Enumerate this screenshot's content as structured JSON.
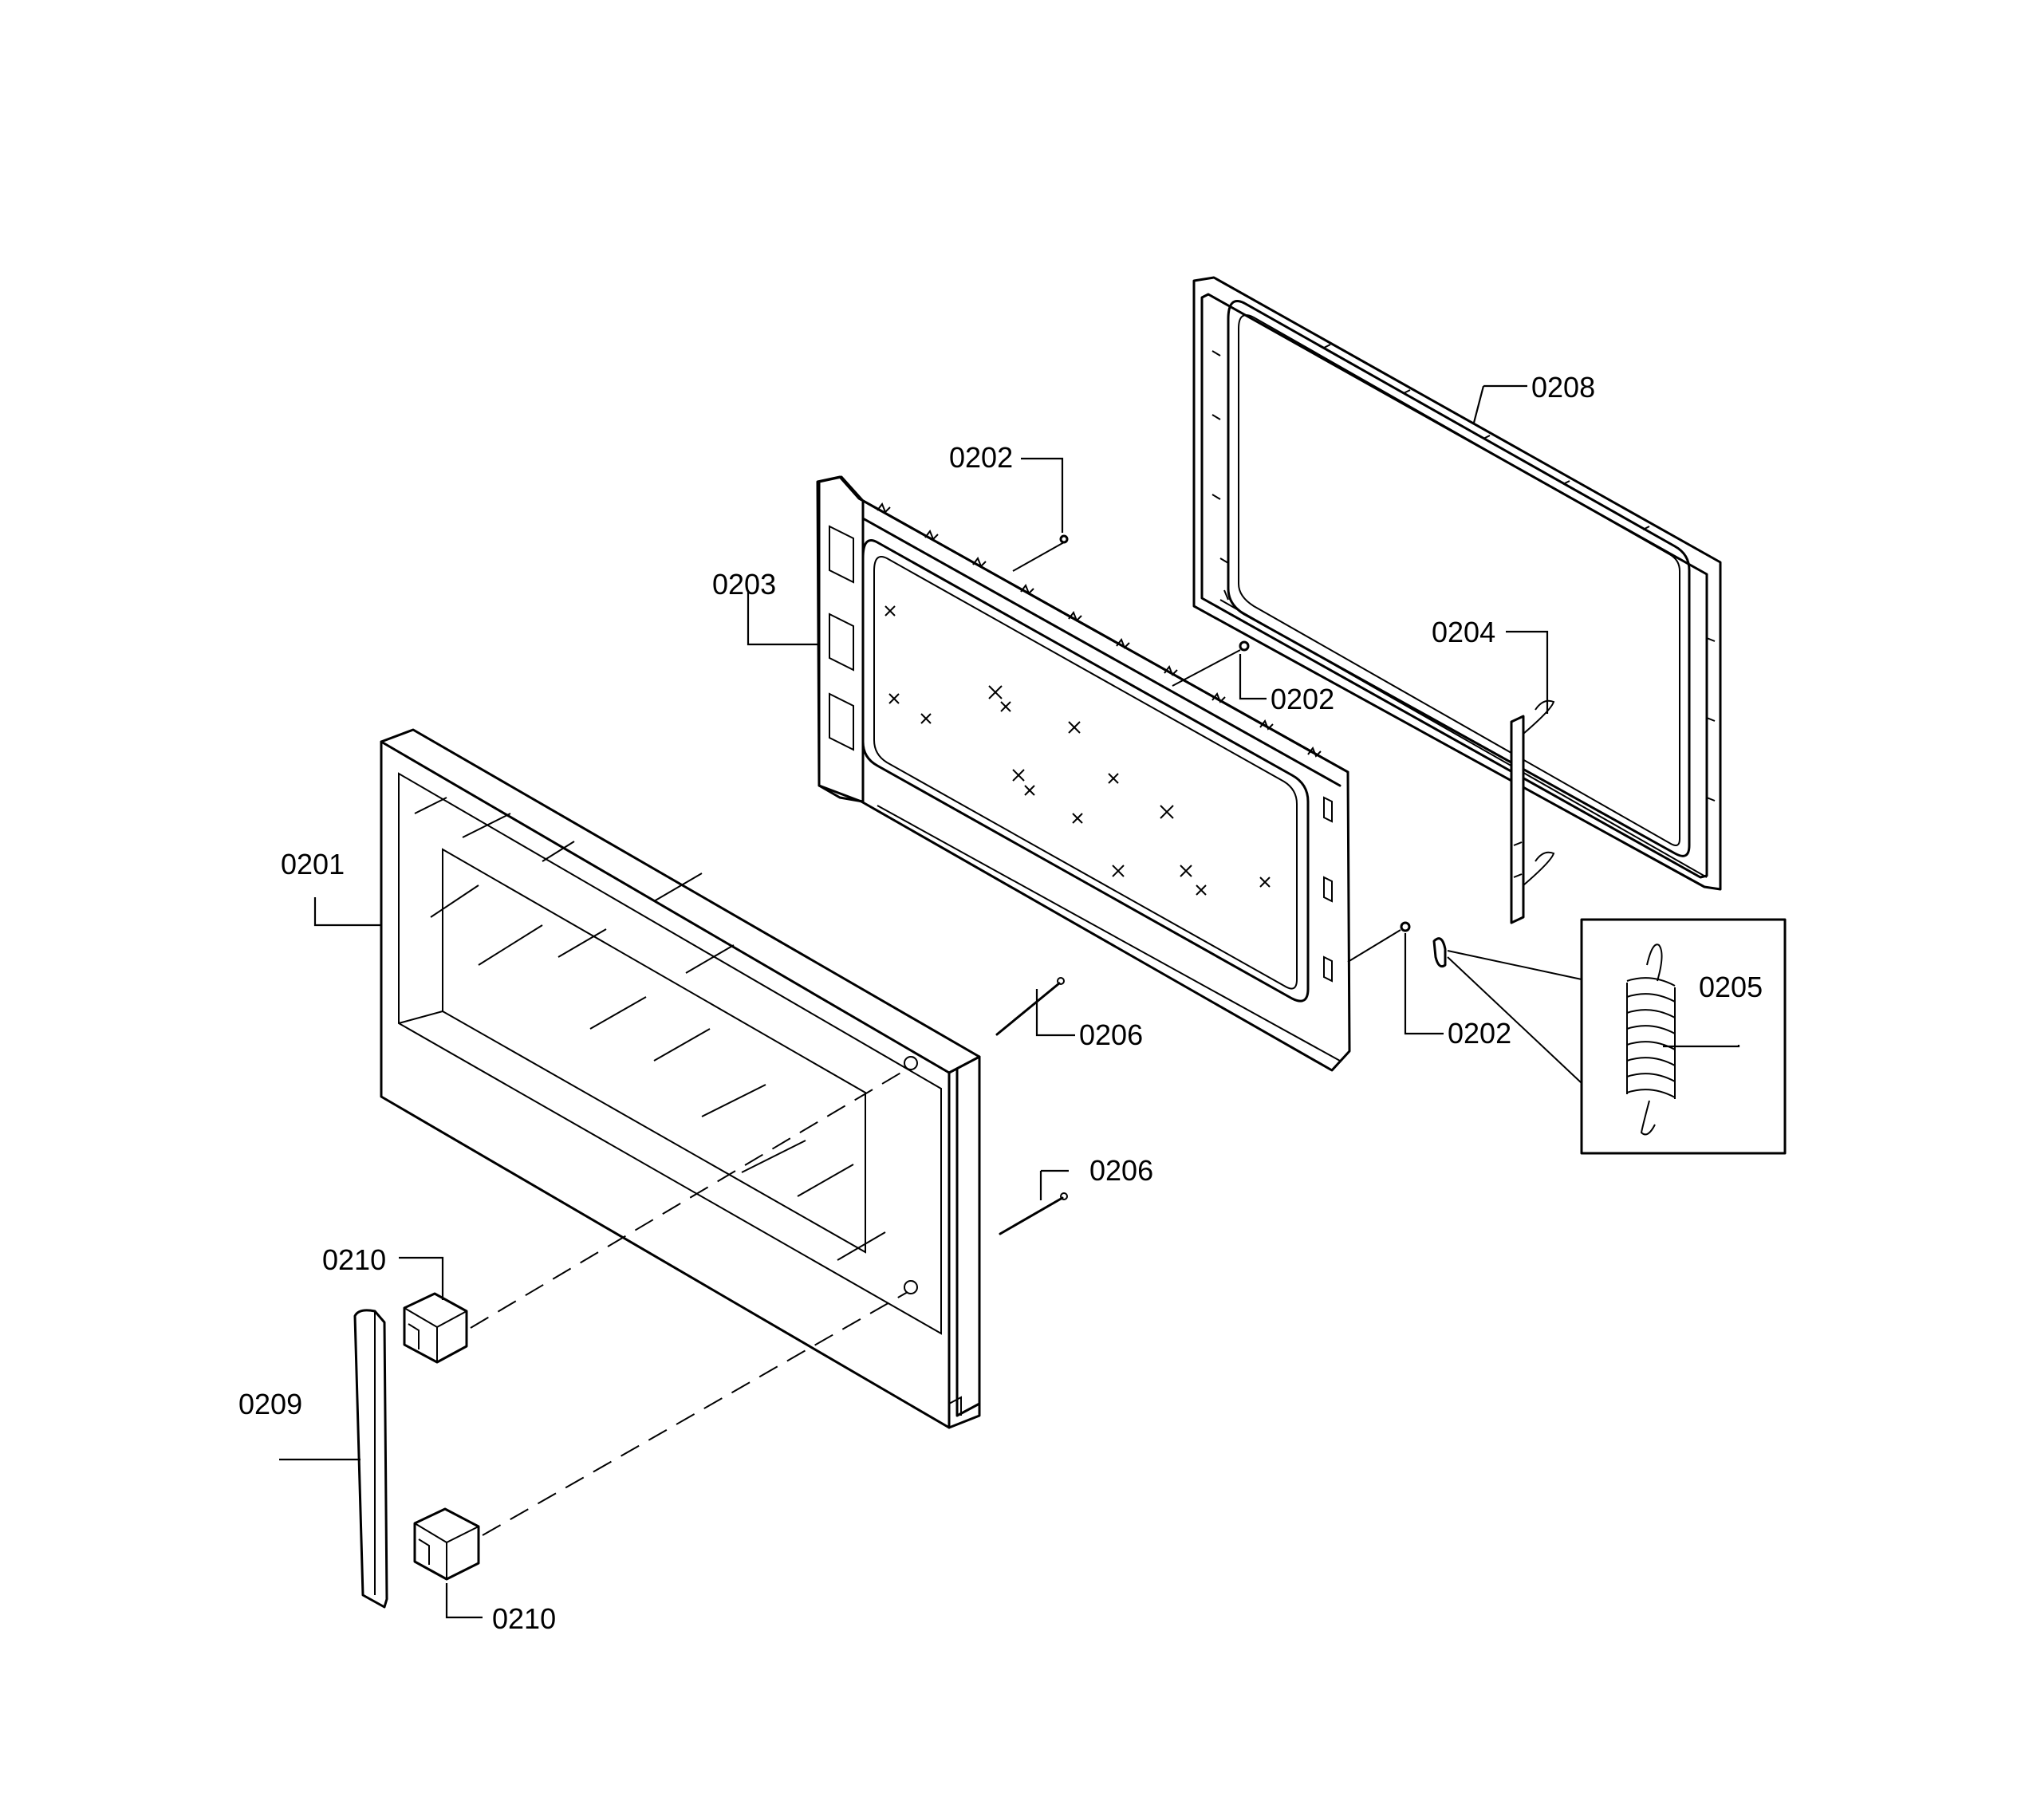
{
  "labels": {
    "p0201": "0201",
    "p0202a": "0202",
    "p0202b": "0202",
    "p0202c": "0202",
    "p0203": "0203",
    "p0204": "0204",
    "p0205": "0205",
    "p0206a": "0206",
    "p0206b": "0206",
    "p0208": "0208",
    "p0209": "0209",
    "p0210a": "0210",
    "p0210b": "0210"
  }
}
